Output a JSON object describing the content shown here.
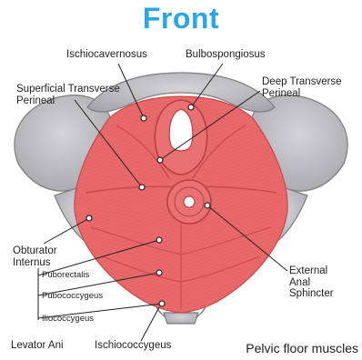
{
  "title": "Front",
  "caption": "Pelvic floor muscles",
  "labels": {
    "ischiocavernosus": "Ischiocavernosus",
    "bulbospongiosus": "Bulbospongiosus",
    "superficial_transverse_perineal": "Superficial Transverse\nPerineal",
    "deep_transverse_perineal": "Deep Transverse\nPerineal",
    "obturator_internus": "Obturator\nInternus",
    "puborectalis": "Puborectalis",
    "pubococcygeus": "Pubococcygeus",
    "iliococcygeus": "Iliococcygeus",
    "levator_ani": "Levator Ani",
    "ischiococcygeus": "Ischiococcygeus",
    "external_anal_sphincter": "External\nAnal\nSphincter"
  },
  "colors": {
    "title": "#2aa6e3",
    "muscle": "#e8696a",
    "muscle_dark": "#c9474b",
    "bone": "#b9b9bd",
    "bone_dark": "#8d8d92"
  }
}
